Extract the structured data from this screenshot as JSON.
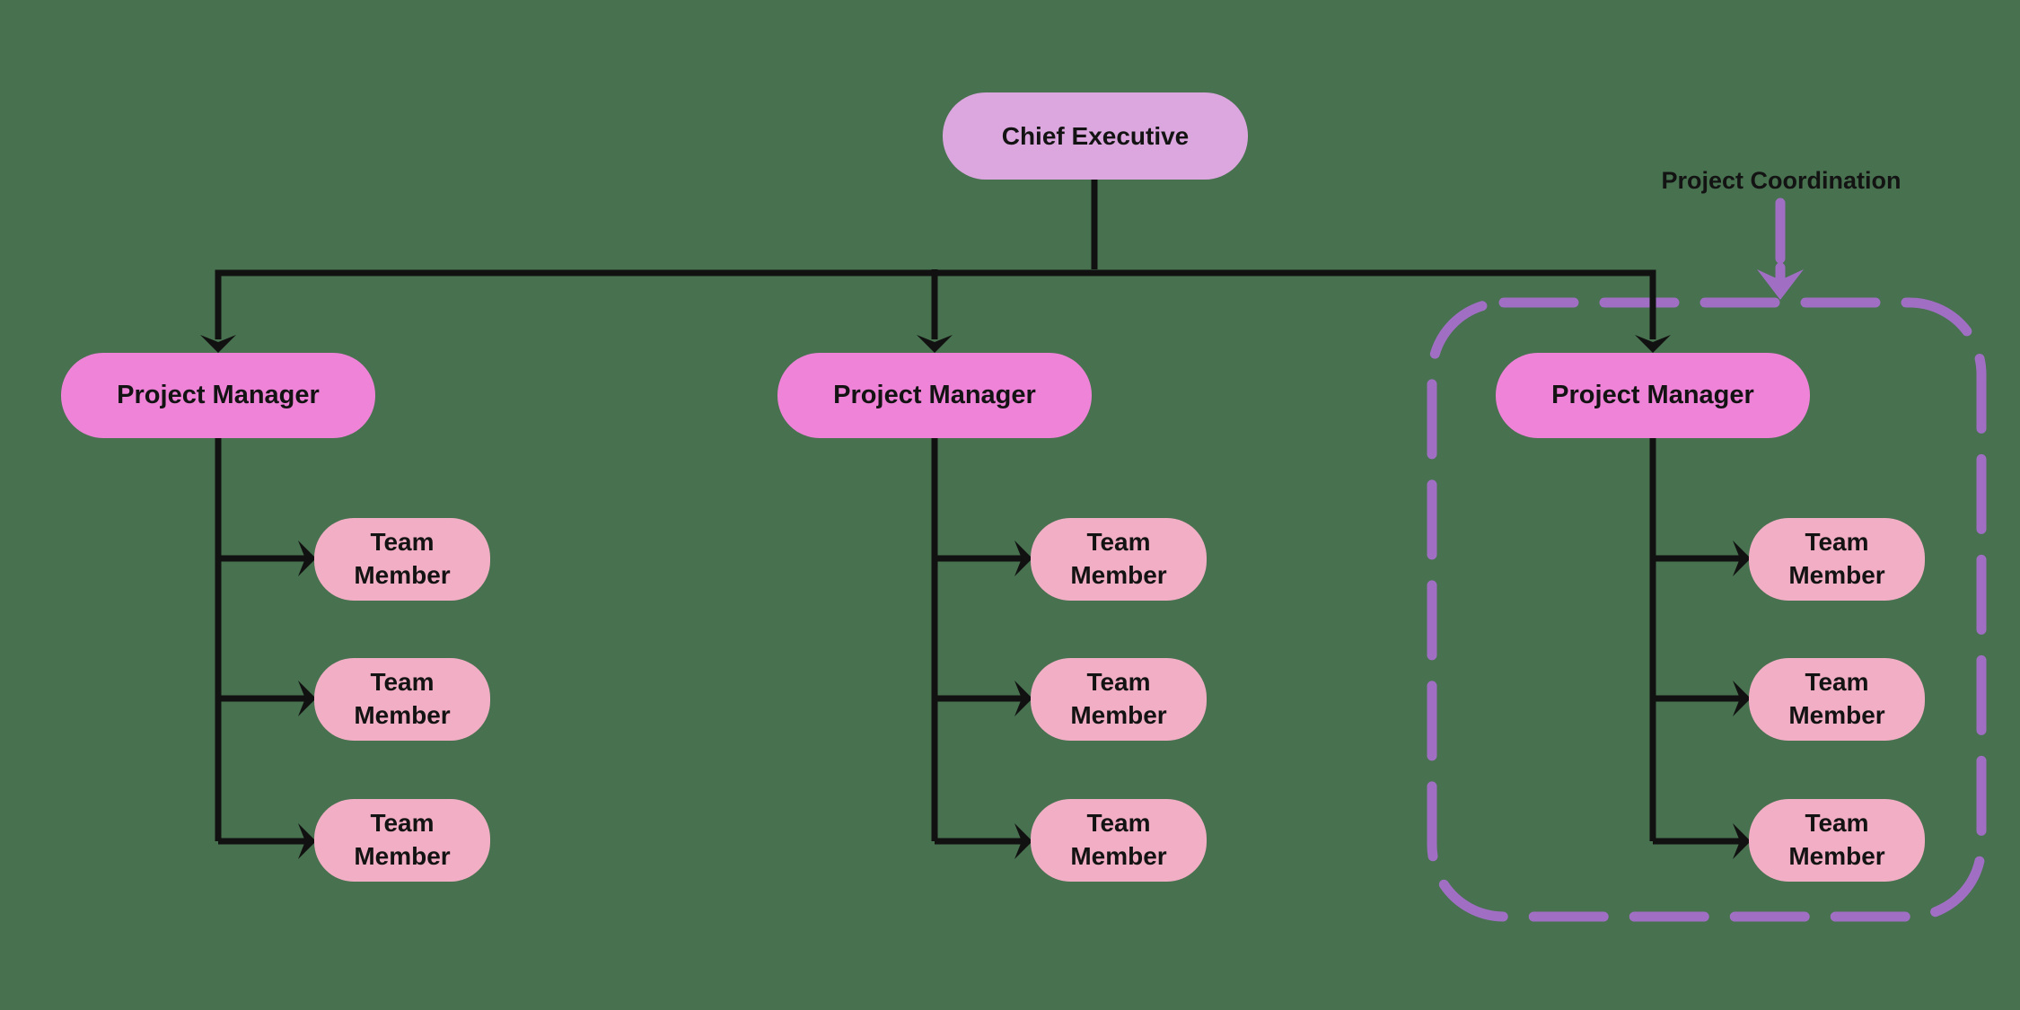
{
  "colors": {
    "background": "#47714f",
    "executive_fill": "#dba7de",
    "manager_fill": "#ef83d8",
    "member_fill": "#f2aec5",
    "connector": "#111111",
    "accent": "#a06fc4",
    "text": "#131313"
  },
  "org": {
    "root": {
      "label": "Chief Executive"
    },
    "managers": [
      {
        "label": "Project Manager",
        "members": [
          "Team Member",
          "Team Member",
          "Team Member"
        ]
      },
      {
        "label": "Project Manager",
        "members": [
          "Team Member",
          "Team Member",
          "Team Member"
        ]
      },
      {
        "label": "Project Manager",
        "members": [
          "Team Member",
          "Team Member",
          "Team Member"
        ]
      }
    ],
    "annotation": {
      "label": "Project Coordination"
    }
  }
}
